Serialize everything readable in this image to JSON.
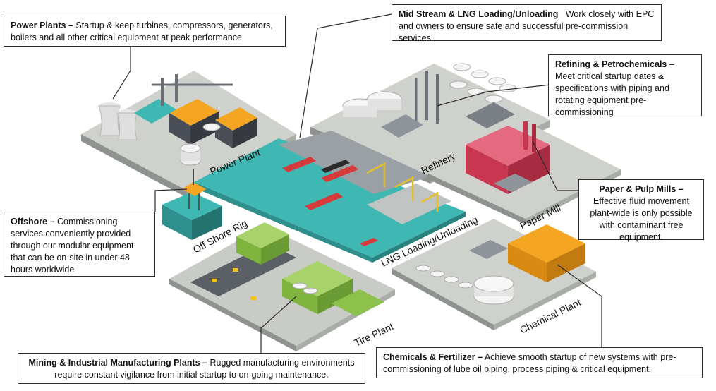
{
  "callouts": {
    "power": {
      "title": "Power Plants –",
      "text": "Startup & keep turbines, compressors, generators, boilers and all other critical equipment at peak performance"
    },
    "midstream": {
      "title": "Mid Stream & LNG Loading/Unloading",
      "text": "Work closely with EPC and owners to ensure safe and successful pre-commission services"
    },
    "refining": {
      "title": "Refining & Petrochemicals",
      "text": "– Meet critical startup dates & specifications with piping and rotating equipment pre-commissioning"
    },
    "paper": {
      "title": "Paper & Pulp Mills –",
      "text": "Effective fluid movement plant-wide is only possible with contaminant free equipment."
    },
    "offshore": {
      "title": "Offshore –",
      "text": "Commissioning services conveniently provided through our modular equipment that can be on-site in under 48 hours worldwide"
    },
    "mining": {
      "title": "Mining & Industrial Manufacturing Plants –",
      "text": "Rugged manufacturing environments require constant vigilance from initial startup to on-going maintenance."
    },
    "chemicals": {
      "title": "Chemicals & Fertilizer –",
      "text": "Achieve smooth startup of new systems with pre-commissioning of lube oil piping, process piping & critical equipment."
    }
  },
  "site_labels": {
    "power_plant": "Power Plant",
    "refinery": "Refinery",
    "paper_mill": "Paper Mill",
    "off_shore_rig": "Off Shore Rig",
    "lng": "LNG Loading/Unloading",
    "tire_plant": "Tire Plant",
    "chemical_plant": "Chemical Plant"
  },
  "colors": {
    "water": "#3fb8b4",
    "ground": "#d9d9d4",
    "road": "#5b5f66",
    "green_building": "#8cc24b",
    "orange_roof": "#f4a623",
    "red_building": "#d9425a",
    "tank": "#e8eaec"
  }
}
